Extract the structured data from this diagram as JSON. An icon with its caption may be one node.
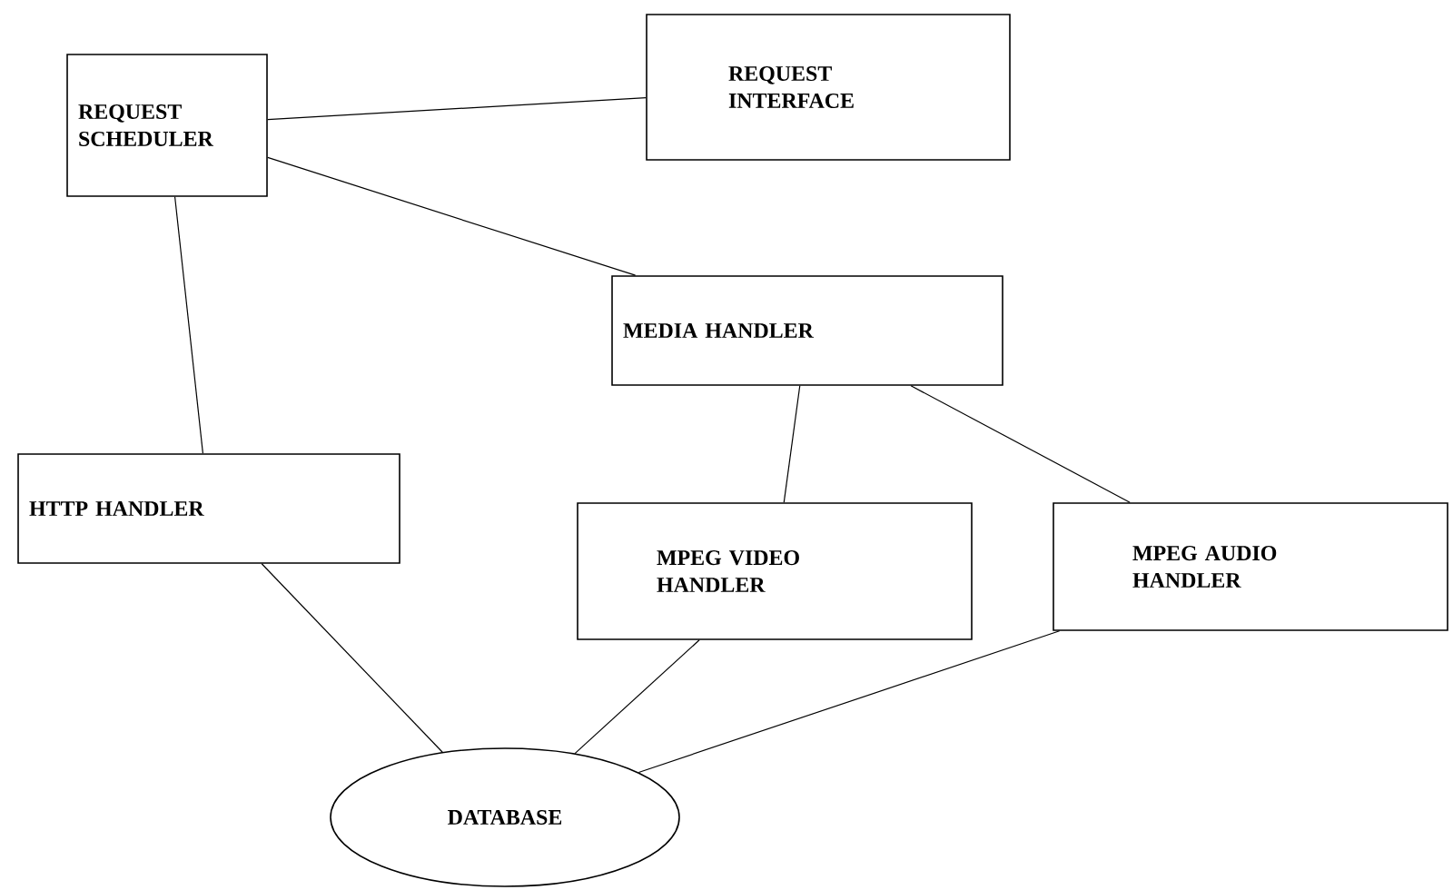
{
  "diagram": {
    "nodes": [
      {
        "text": [
          "REQUEST SCHEDULER"
        ]
      },
      {
        "text": [
          "REQUEST INTERFACE"
        ]
      },
      {
        "text": [
          "MEDIA HANDLER"
        ]
      },
      {
        "text": [
          "HTTP HANDLER"
        ]
      },
      {
        "text": [
          "MPEG VIDEO HANDLER"
        ]
      },
      {
        "text": [
          "MPEG AUDIO HANDLER"
        ]
      },
      {
        "text": [
          "DATABASE"
        ]
      }
    ],
    "edges": [
      {
        "from": 0,
        "to": 1,
        "arrow": "none"
      },
      {
        "from": 0,
        "to": 2,
        "arrow": "none"
      },
      {
        "from": 0,
        "to": 3,
        "arrow": "none"
      },
      {
        "from": 2,
        "to": 4,
        "arrow": "none"
      },
      {
        "from": 2,
        "to": 5,
        "arrow": "none"
      },
      {
        "from": 3,
        "to": 6,
        "arrow": "none"
      },
      {
        "from": 4,
        "to": 6,
        "arrow": "none"
      },
      {
        "from": 5,
        "to": 6,
        "arrow": "none"
      }
    ]
  }
}
